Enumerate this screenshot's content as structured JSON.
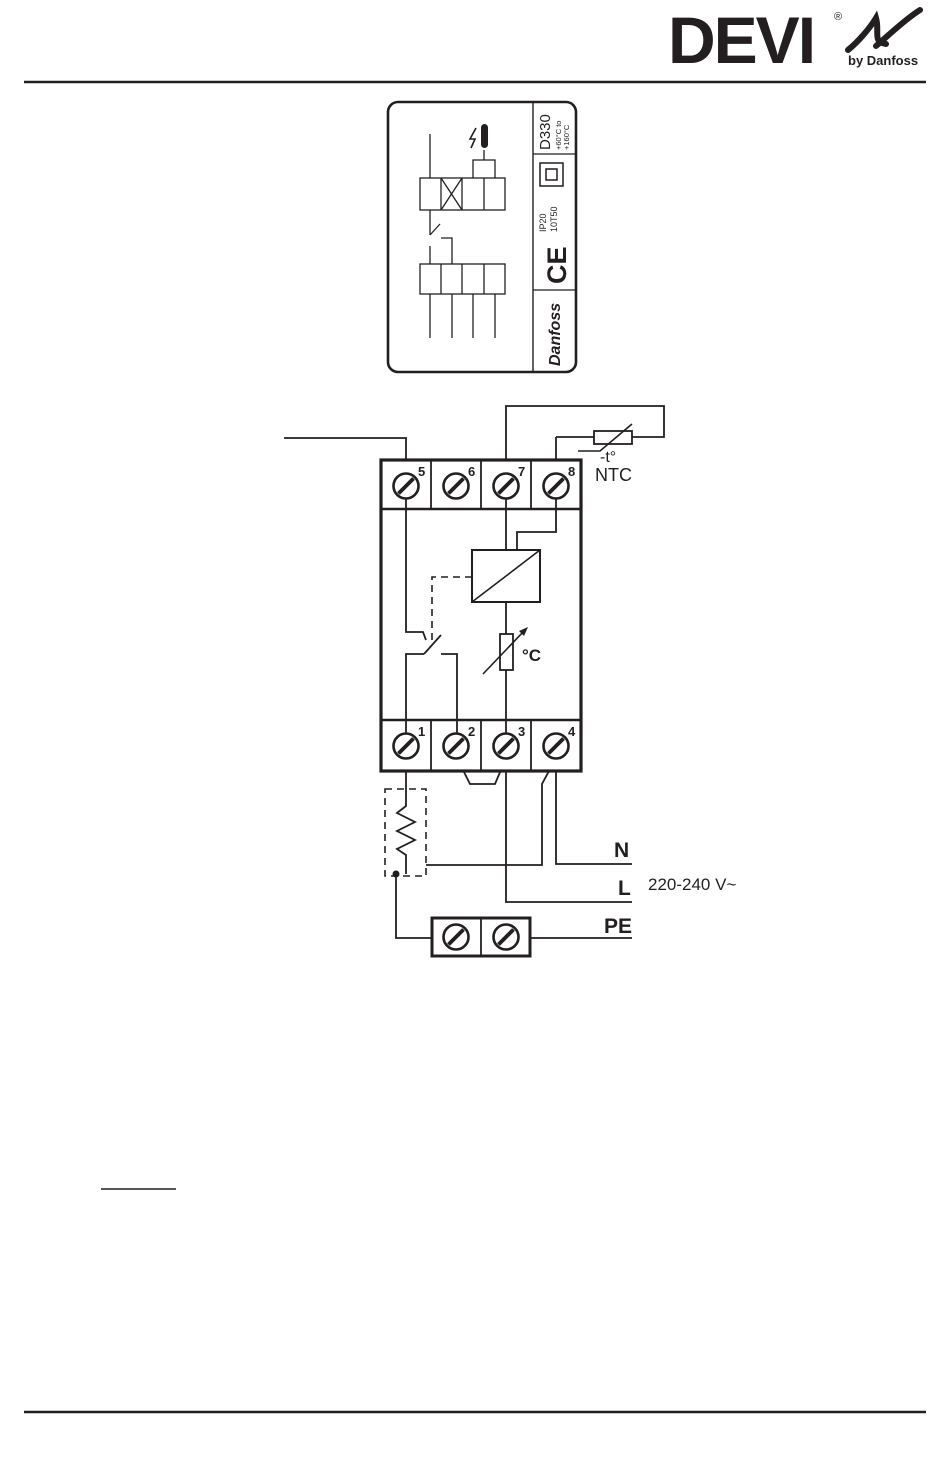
{
  "header": {
    "brand": "DEVI",
    "registered": "®",
    "byline": "by Danfoss"
  },
  "label_plate": {
    "model": "D330",
    "range_line1": "+60°C to",
    "range_line2": "+160°C",
    "ip_rating": "IP20",
    "temp_code": "10T50",
    "ce_mark": "CE",
    "maker_script": "Danfoss",
    "icons": [
      "flash-icon",
      "probe-icon",
      "double-insulation-icon",
      "ce-mark-icon"
    ]
  },
  "terminals": {
    "top": [
      "5",
      "6",
      "7",
      "8"
    ],
    "bottom": [
      "1",
      "2",
      "3",
      "4"
    ]
  },
  "sensor": {
    "minus_t": "-t°",
    "type": "NTC"
  },
  "setpoint_unit": "°C",
  "supply": {
    "n": "N",
    "l": "L",
    "pe": "PE",
    "voltage": "220-240 V~"
  },
  "colors": {
    "ink": "#231f20",
    "background": "#ffffff"
  }
}
